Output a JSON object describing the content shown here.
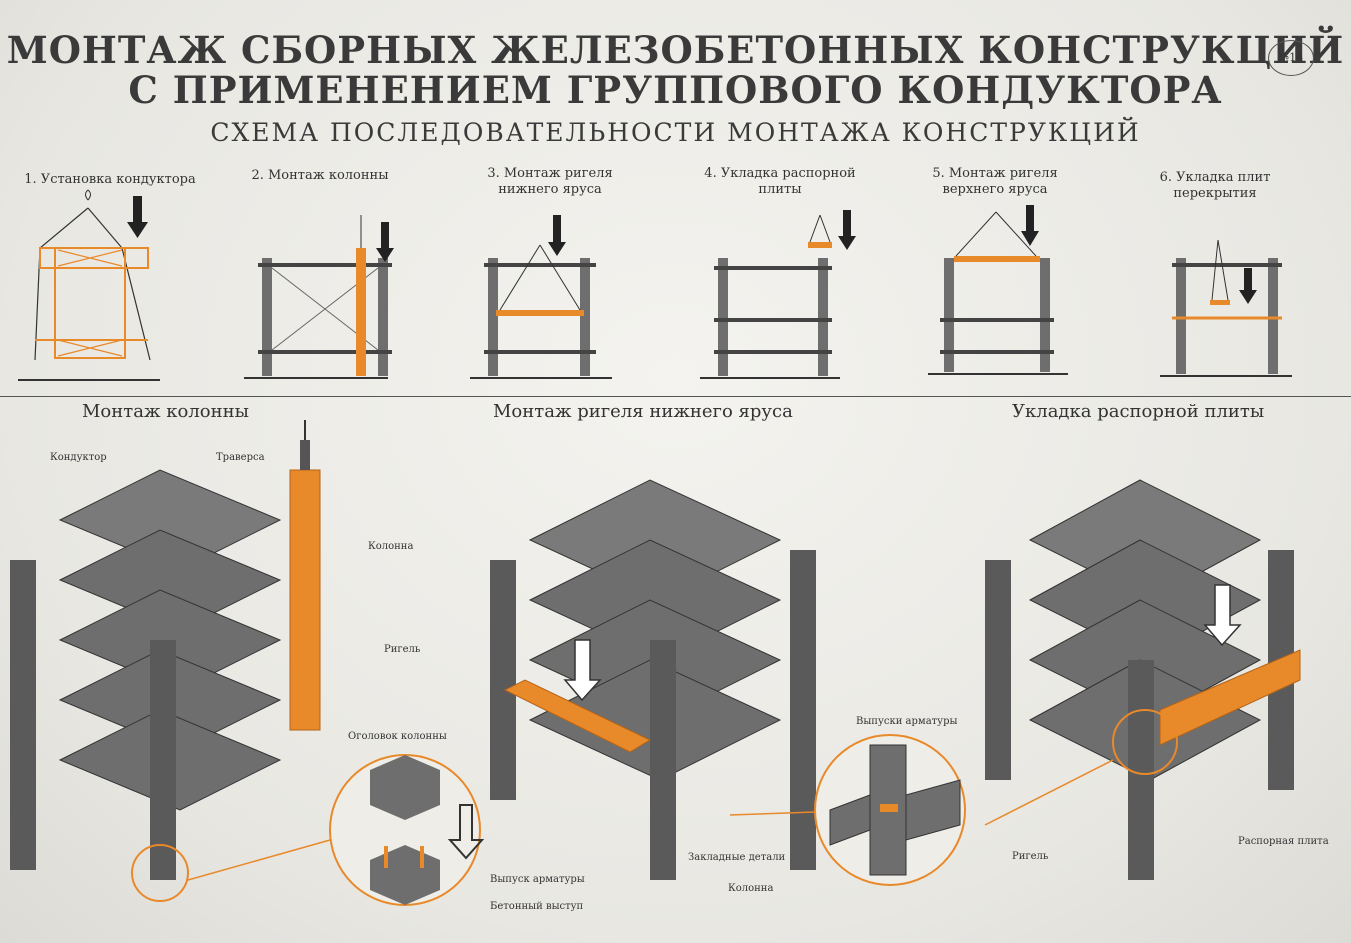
{
  "poster": {
    "title_line1": "МОНТАЖ СБОРНЫХ ЖЕЛЕЗОБЕТОННЫХ КОНСТРУКЦИЙ",
    "title_line2": "С ПРИМЕНЕНИЕМ ГРУППОВОГО КОНДУКТОРА",
    "subtitle": "СХЕМА ПОСЛЕДОВАТЕЛЬНОСТИ МОНТАЖА КОНСТРУКЦИЙ",
    "badge": "№14"
  },
  "steps": [
    {
      "line1": "1. Установка кондуктора",
      "line2": ""
    },
    {
      "line1": "2. Монтаж колонны",
      "line2": ""
    },
    {
      "line1": "3. Монтаж ригеля",
      "line2": "нижнего яруса"
    },
    {
      "line1": "4. Укладка распорной",
      "line2": "плиты"
    },
    {
      "line1": "5. Монтаж ригеля",
      "line2": "верхнего яруса"
    },
    {
      "line1": "6. Укладка плит",
      "line2": "перекрытия"
    }
  ],
  "sections": {
    "left": "Монтаж колонны",
    "middle": "Монтаж ригеля нижнего яруса",
    "right": "Укладка распорной плиты"
  },
  "callouts": {
    "konduktor": "Кондуктор",
    "traversa": "Траверса",
    "kolonna": "Колонна",
    "ogolovok": "Оголовок колонны",
    "vypusk": "Выпуск арматуры",
    "betonny_vystup": "Бетонный выступ",
    "rigel_mid": "Ригель",
    "vypuski": "Выпуски арматуры",
    "zakladnye": "Закладные детали",
    "kolonna2": "Колонна",
    "rigel_right": "Ригель",
    "rasporная": "Распорная плита"
  },
  "colors": {
    "orange": "#e8892a",
    "concrete": "#6e6e6e",
    "concrete_dark": "#4a4a4a",
    "line": "#3a3a3a"
  }
}
